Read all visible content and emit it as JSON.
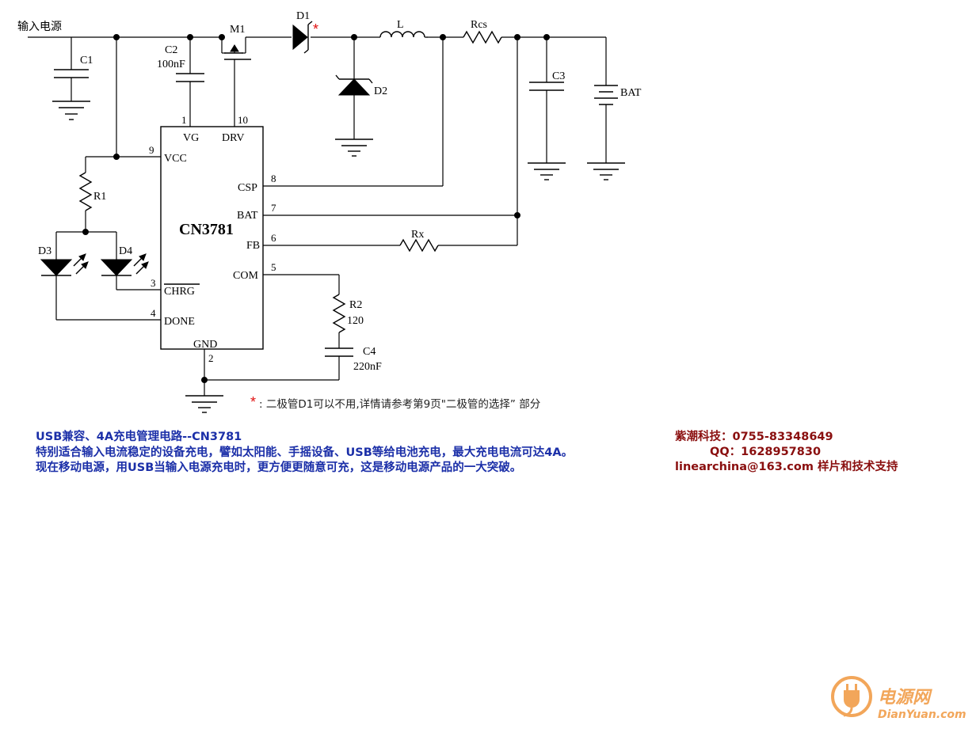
{
  "schematic": {
    "input_label": "输入电源",
    "chip": {
      "name": "CN3781",
      "pins": {
        "vg": "VG",
        "drv": "DRV",
        "vcc": "VCC",
        "csp": "CSP",
        "bat": "BAT",
        "fb": "FB",
        "com": "COM",
        "chrg": "CHRG",
        "done": "DONE",
        "gnd": "GND"
      },
      "pin_numbers": {
        "vg": "1",
        "drv": "10",
        "vcc": "9",
        "csp": "8",
        "bat": "7",
        "fb": "6",
        "com": "5",
        "chrg": "3",
        "done": "4",
        "gnd": "2"
      }
    },
    "components": {
      "c1": "C1",
      "c2": "C2",
      "c2_value": "100nF",
      "m1": "M1",
      "d1": "D1",
      "d1_mark": "*",
      "l": "L",
      "rcs": "Rcs",
      "d2": "D2",
      "c3": "C3",
      "bat": "BAT",
      "r1": "R1",
      "d3": "D3",
      "d4": "D4",
      "rx": "Rx",
      "r2": "R2",
      "r2_value": "120",
      "c4": "C4",
      "c4_value": "220nF"
    },
    "note_mark": "*",
    "note": ": 二极管D1可以不用,详情请参考第9页\"二极管的选择” 部分"
  },
  "description": {
    "line1": "USB兼容、4A充电管理电路--CN3781",
    "line2": "特别适合输入电流稳定的设备充电，譬如太阳能、手摇设备、USB等给电池充电，最大充电电流可达4A。",
    "line3": "现在移动电源，用USB当输入电源充电时，更方便更随意可充，这是移动电源产品的一大突破。"
  },
  "contact": {
    "company_phone": "紫潮科技：0755-83348649",
    "qq": "QQ：1628957830",
    "email": "linearchina@163.com  样片和技术支持"
  },
  "watermark": {
    "name": "电源网",
    "domain": "DianYuan.com"
  },
  "colors": {
    "description_text": "#1b2fa8",
    "contact_text": "#8a0f0f",
    "note_star": "#e01010",
    "watermark": "#f2a65a"
  }
}
